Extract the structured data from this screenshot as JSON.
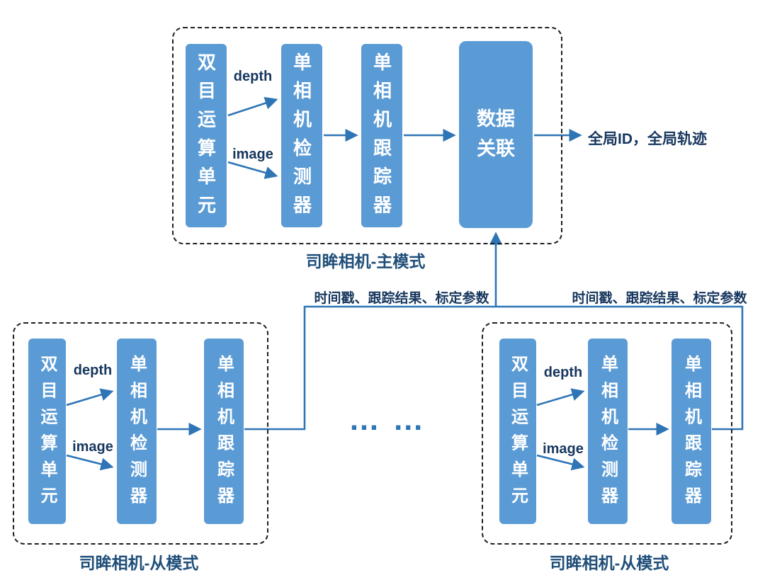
{
  "colors": {
    "box_fill": "#5B9BD5",
    "arrow": "#2E75B6",
    "caption_text": "#1F4E79",
    "box_text": "#FFFFFF",
    "dashed_border": "#1F1F1F"
  },
  "master": {
    "caption": "司眸相机-主模式",
    "boxes": {
      "stereo_unit": "双目运算单元",
      "detector": "单相机检测器",
      "tracker": "单相机跟踪器",
      "association": "数据关联"
    },
    "arrow_labels": {
      "depth": "depth",
      "image": "image"
    },
    "output": "全局ID，全局轨迹"
  },
  "slave_left": {
    "caption": "司眸相机-从模式",
    "boxes": {
      "stereo_unit": "双目运算单元",
      "detector": "单相机检测器",
      "tracker": "单相机跟踪器"
    },
    "arrow_labels": {
      "depth": "depth",
      "image": "image"
    },
    "link_label": "时间戳、跟踪结果、标定参数"
  },
  "slave_right": {
    "caption": "司眸相机-从模式",
    "boxes": {
      "stereo_unit": "双目运算单元",
      "detector": "单相机检测器",
      "tracker": "单相机跟踪器"
    },
    "arrow_labels": {
      "depth": "depth",
      "image": "image"
    },
    "link_label": "时间戳、跟踪结果、标定参数"
  },
  "ellipsis": "… …"
}
